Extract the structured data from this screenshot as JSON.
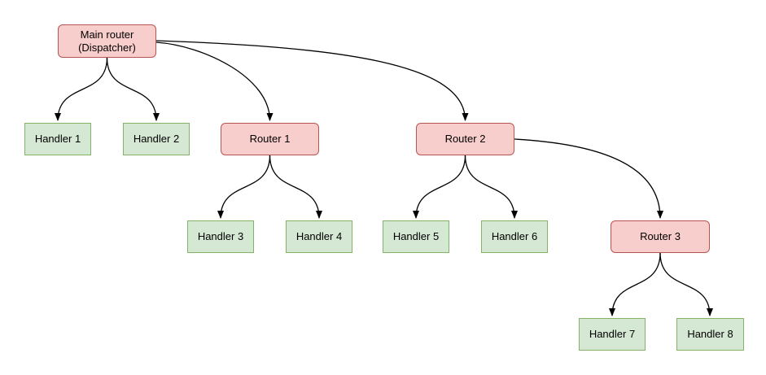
{
  "diagram": {
    "type": "tree",
    "colors": {
      "router_fill": "#f8cecc",
      "router_border": "#b85450",
      "handler_fill": "#d5e8d4",
      "handler_border": "#82b366",
      "edge_color": "#000000",
      "bg": "#ffffff"
    },
    "nodes": [
      {
        "id": "main-router",
        "type": "router",
        "label": "Main router\n(Dispatcher)"
      },
      {
        "id": "handler-1",
        "type": "handler",
        "label": "Handler 1"
      },
      {
        "id": "handler-2",
        "type": "handler",
        "label": "Handler 2"
      },
      {
        "id": "router-1",
        "type": "router",
        "label": "Router 1"
      },
      {
        "id": "router-2",
        "type": "router",
        "label": "Router 2"
      },
      {
        "id": "handler-3",
        "type": "handler",
        "label": "Handler 3"
      },
      {
        "id": "handler-4",
        "type": "handler",
        "label": "Handler 4"
      },
      {
        "id": "handler-5",
        "type": "handler",
        "label": "Handler 5"
      },
      {
        "id": "handler-6",
        "type": "handler",
        "label": "Handler 6"
      },
      {
        "id": "router-3",
        "type": "router",
        "label": "Router 3"
      },
      {
        "id": "handler-7",
        "type": "handler",
        "label": "Handler 7"
      },
      {
        "id": "handler-8",
        "type": "handler",
        "label": "Handler 8"
      }
    ],
    "edges": [
      {
        "from": "main-router",
        "to": "handler-1"
      },
      {
        "from": "main-router",
        "to": "handler-2"
      },
      {
        "from": "main-router",
        "to": "router-1"
      },
      {
        "from": "main-router",
        "to": "router-2"
      },
      {
        "from": "router-1",
        "to": "handler-3"
      },
      {
        "from": "router-1",
        "to": "handler-4"
      },
      {
        "from": "router-2",
        "to": "handler-5"
      },
      {
        "from": "router-2",
        "to": "handler-6"
      },
      {
        "from": "router-2",
        "to": "router-3"
      },
      {
        "from": "router-3",
        "to": "handler-7"
      },
      {
        "from": "router-3",
        "to": "handler-8"
      }
    ]
  }
}
